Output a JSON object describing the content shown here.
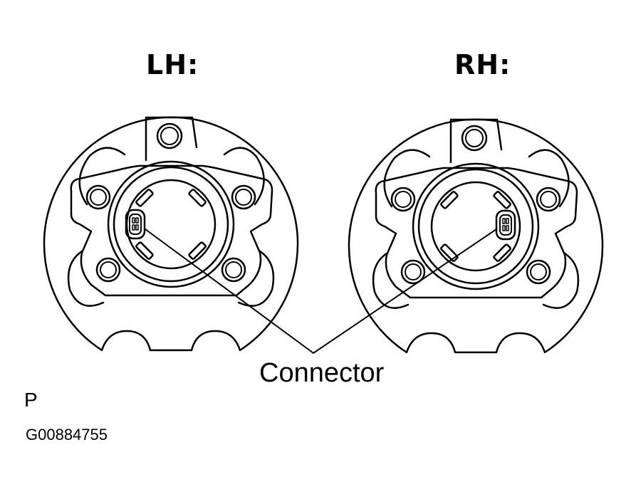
{
  "diagram": {
    "left_label": "LH:",
    "right_label": "RH:",
    "callout_label": "Connector",
    "view_code": "P",
    "figure_id": "G00884755"
  },
  "colors": {
    "line": "#000000",
    "background": "#ffffff"
  }
}
